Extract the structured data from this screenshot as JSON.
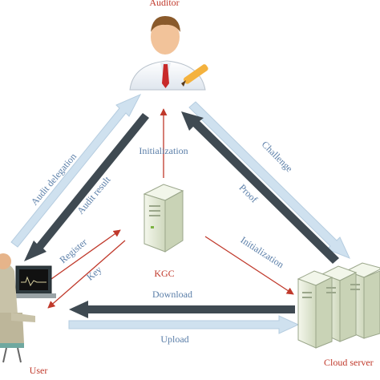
{
  "nodes": {
    "auditor": "Auditor",
    "kgc": "KGC",
    "user": "User",
    "cloud": "Cloud server"
  },
  "edges": {
    "audit_delegation": "Audit delegation",
    "audit_result": "Audit result",
    "initialization_kgc_auditor": "Initialization",
    "challenge": "Challenge",
    "proof": "Proof",
    "register": "Register",
    "key": "Key",
    "initialization_kgc_cloud": "Initialization",
    "download": "Download",
    "upload": "Upload"
  },
  "colors": {
    "light_arrow": "#cfe1ef",
    "dark_arrow": "#3f4a52",
    "red_arrow": "#c0392b",
    "label_blue": "#5a7ea8",
    "label_red": "#c0392b",
    "server_body": "#e4ead6",
    "server_edge": "#9aa68a"
  },
  "icons": [
    "auditor-person-icon",
    "kgc-server-icon",
    "user-at-computer-icon",
    "cloud-server-icon"
  ]
}
